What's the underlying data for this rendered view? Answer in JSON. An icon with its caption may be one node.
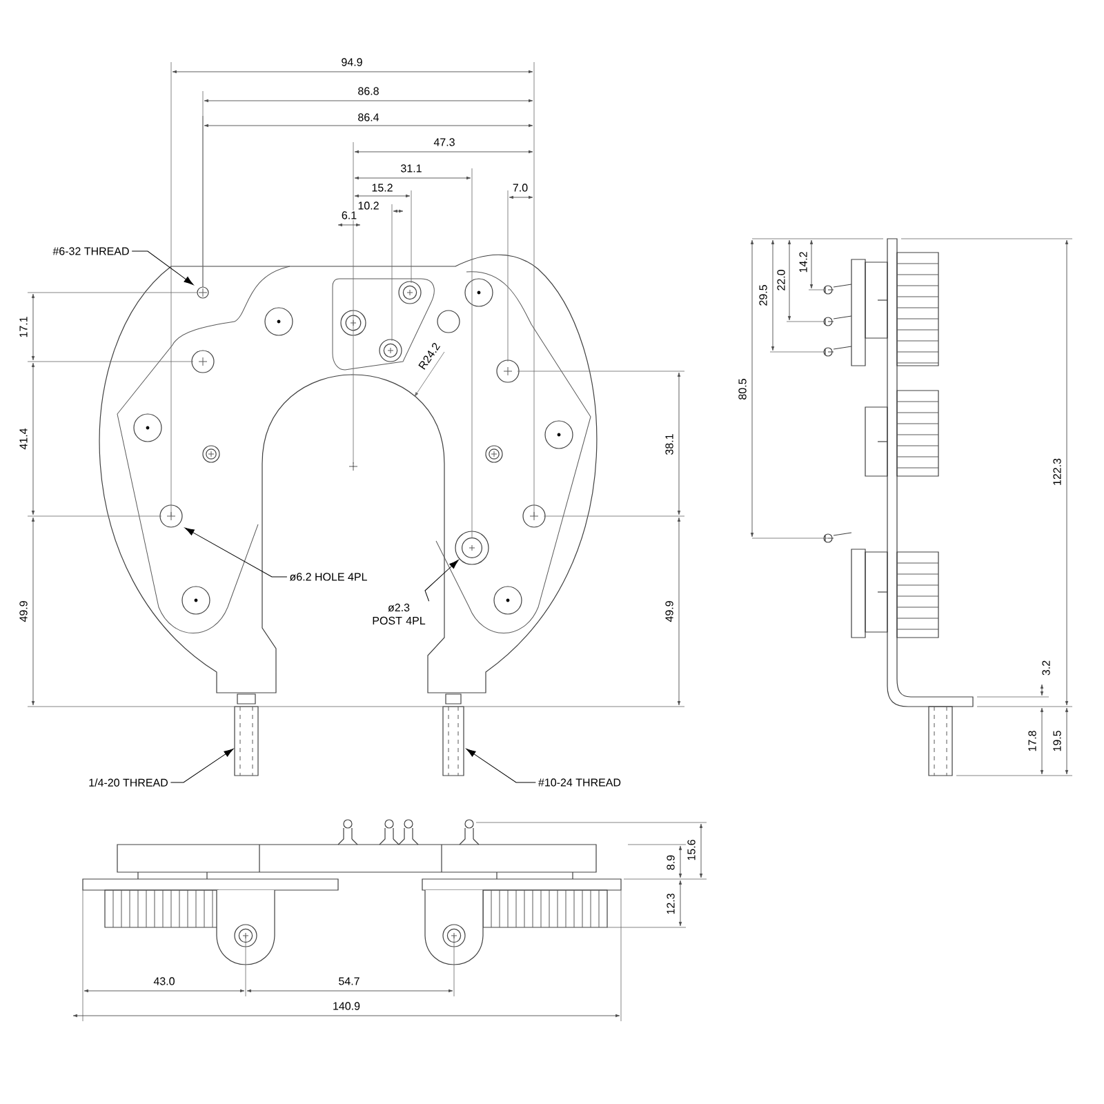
{
  "diagram": {
    "nodes": [
      {
        "text": [
          "#6-32 THREAD"
        ]
      },
      {
        "text": [
          "ø6.2 HOLE 4PL"
        ]
      },
      {
        "text": [
          "ø2.3 POST 4PL"
        ]
      },
      {
        "text": [
          "1/4-20 THREAD"
        ]
      },
      {
        "text": [
          "#10-24 THREAD"
        ]
      }
    ],
    "edges": [
      {
        "from": 0,
        "to": null,
        "arrow": "to"
      },
      {
        "from": 1,
        "to": null,
        "arrow": "to"
      },
      {
        "from": 2,
        "to": null,
        "arrow": "to"
      },
      {
        "from": 3,
        "to": null,
        "arrow": "to"
      },
      {
        "from": 4,
        "to": null,
        "arrow": "to"
      }
    ],
    "labels": [
      "94.9",
      "86.8",
      "86.4",
      "47.3",
      "31.1",
      "15.2",
      "7.0",
      "10.2",
      "6.1",
      "17.1",
      "41.4",
      "R24.2",
      "38.1",
      "49.9",
      "49.9",
      "14.2",
      "22.0",
      "29.5",
      "80.5",
      "122.3",
      "3.2",
      "17.8",
      "19.5",
      "15.6",
      "8.9",
      "12.3",
      "43.0",
      "54.7",
      "140.9"
    ]
  }
}
